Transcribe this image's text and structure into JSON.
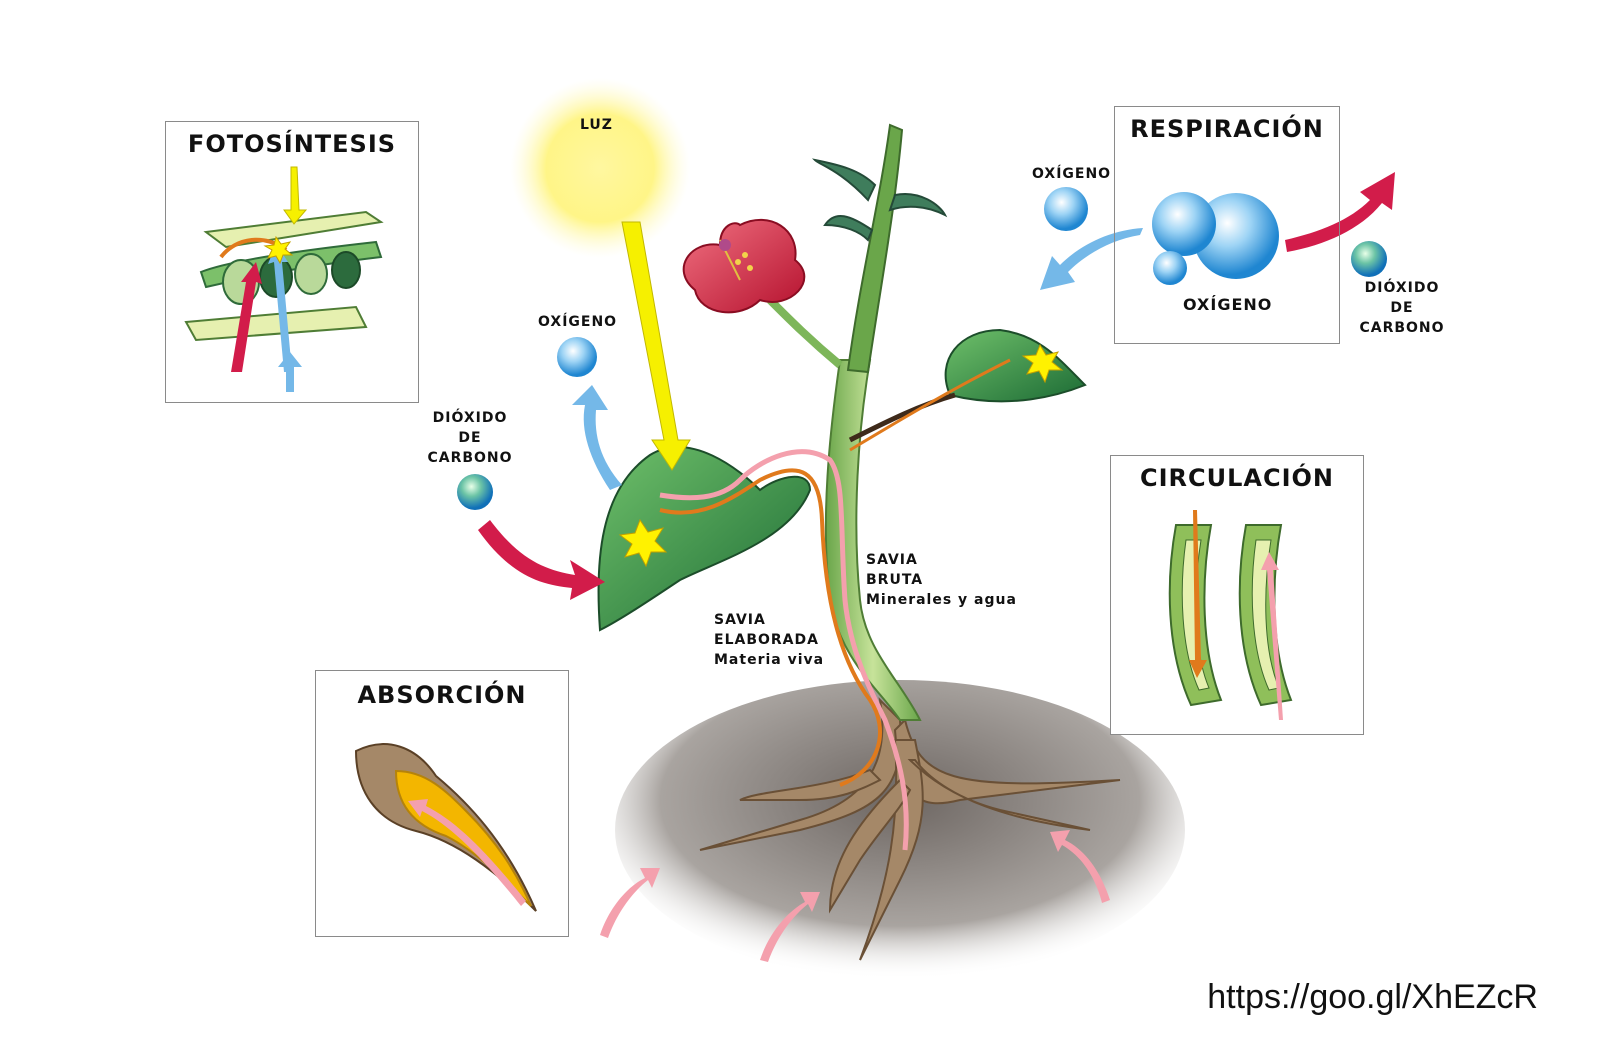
{
  "labels": {
    "luz": "LUZ",
    "oxigeno_leaf": "OXÍGENO",
    "dioxido_leaf": [
      "DIÓXIDO",
      "DE",
      "CARBONO"
    ],
    "oxigeno_resp_out": "OXÍGENO",
    "oxigeno_resp_in": "OXÍGENO",
    "dioxido_resp": [
      "DIÓXIDO",
      "DE",
      "CARBONO"
    ],
    "savia_bruta": [
      "SAVIA",
      "BRUTA",
      "Minerales y agua"
    ],
    "savia_elaborada": [
      "SAVIA",
      "ELABORADA",
      "Materia viva"
    ]
  },
  "boxes": {
    "fotosintesis": "FOTOSÍNTESIS",
    "respiracion": "RESPIRACIÓN",
    "circulacion": "CIRCULACIÓN",
    "absorcion": "ABSORCIÓN"
  },
  "source_url": "https://goo.gl/XhEZcR",
  "colors": {
    "leaf": "#2f8a3e",
    "stem": "#9ccc6a",
    "soil": "#9b9591",
    "root": "#a58868",
    "co2_arrow": "#d21c4a",
    "o2_arrow": "#74b8e8",
    "light_arrow": "#f6f000",
    "sap_raw": "#f4a0ad",
    "sap_elaborated": "#e07a1c"
  }
}
